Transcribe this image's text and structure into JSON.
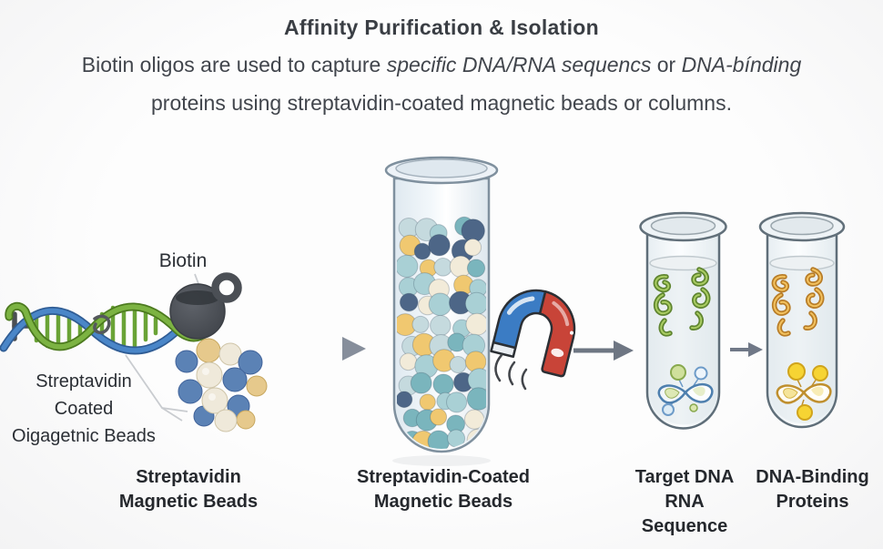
{
  "title": "Affinity Purification & Isolation",
  "subtitle": {
    "seg1": "Biotin oligos are used to capture ",
    "seg2_italic": "specific DNA/RNA sequencs",
    "seg3": " or ",
    "seg4_italic": "DNA-bínding",
    "line2": "proteins using streptavidin-coated magnetic beads or columns."
  },
  "callouts": {
    "biotin": "Biotin",
    "beads_line1": "Streptavidin",
    "beads_line2": "Coated",
    "beads_line3": "Oigagetnic Beads"
  },
  "captions": {
    "step1": [
      "Streptavidin",
      "Magnetic Beads"
    ],
    "step2": [
      "Streptavidin-Coated",
      "Magnetic Beads"
    ],
    "step3": [
      "Target DNA",
      "RNA",
      "Sequence"
    ],
    "step4": [
      "DNA-Binding",
      "Proteins"
    ]
  },
  "icons": {
    "magnet": "horseshoe-magnet-icon",
    "arrow": "right-arrow-icon",
    "dna": "dna-helix-icon",
    "rna": "rna-strand-icon",
    "test_tube": "test-tube-icon"
  },
  "colors": {
    "background": "#fbfbfc",
    "text_dark": "#25282d",
    "text_medium": "#41454c",
    "dna_green": "#76ad3b",
    "dna_blue": "#4a7fc1",
    "biotin_gray": "#4c5056",
    "magnet_blue": "#3b7cc4",
    "magnet_red": "#c84438",
    "arrow_gray": "#868e9b",
    "glass_stroke": "#7f909e",
    "bead_palette": [
      "#7ab5bd",
      "#a9d0d5",
      "#f0c870",
      "#f2ebd9",
      "#4d6687",
      "#c5dade"
    ],
    "cluster_palette": [
      "#5b82b5",
      "#efe9da",
      "#e6c98c"
    ]
  }
}
